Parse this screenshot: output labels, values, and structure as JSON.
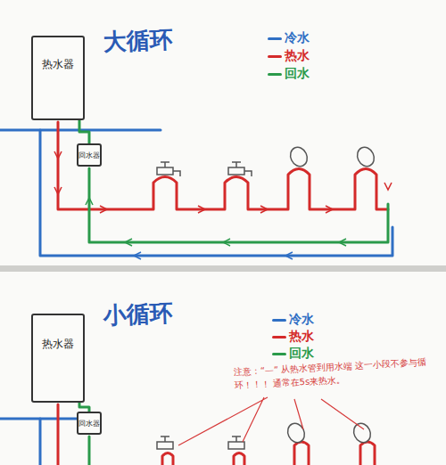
{
  "diagram": {
    "nodes": [
      {
        "text": [
          "热水器"
        ]
      },
      {
        "text": [
          "回水器"
        ]
      },
      {
        "text": [
          "热水器"
        ]
      },
      {
        "text": [
          "回水器"
        ]
      }
    ],
    "edges": [
      {
        "from": 1,
        "to": 0,
        "arrow": "none"
      },
      {
        "from": 3,
        "to": 2,
        "arrow": "none"
      }
    ],
    "labels": [
      "大循环",
      "小循环",
      "注意：“—” 从热水管到用水端 这一小段不参与循环！！！ 通常在5s来热水。"
    ],
    "legend": [
      {
        "text": "冷水",
        "color": "#2f6fc4"
      },
      {
        "text": "热水",
        "color": "#d42a2a"
      },
      {
        "text": "回水",
        "color": "#2a9a4a"
      },
      {
        "text": "冷水",
        "color": "#2f6fc4"
      },
      {
        "text": "热水",
        "color": "#d42a2a"
      },
      {
        "text": "回水",
        "color": "#2a9a4a"
      }
    ]
  }
}
